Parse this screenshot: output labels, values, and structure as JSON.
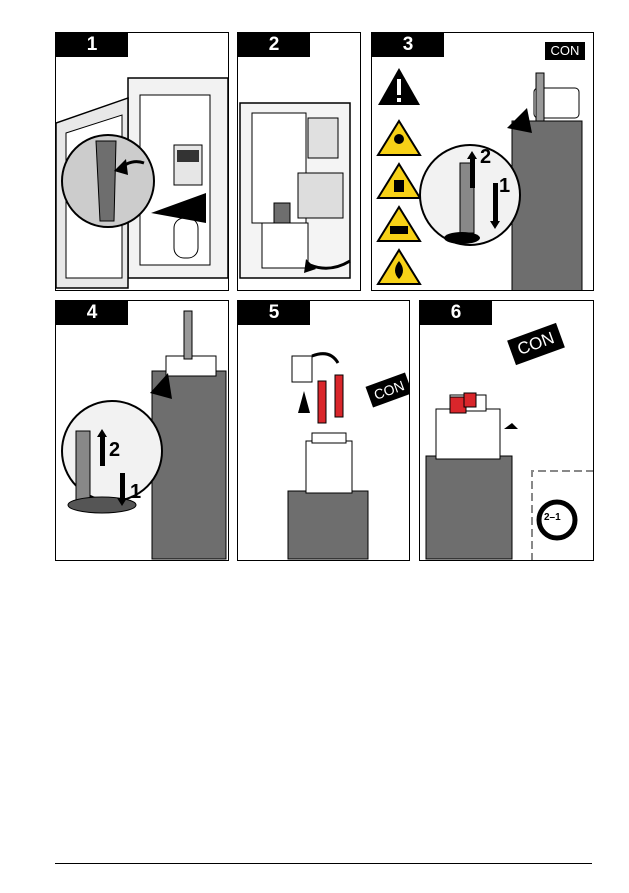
{
  "steps": [
    {
      "number": "1"
    },
    {
      "number": "2"
    },
    {
      "number": "3",
      "badge": "CON",
      "callouts": [
        "2",
        "1"
      ]
    },
    {
      "number": "4",
      "callouts": [
        "2",
        "1"
      ]
    },
    {
      "number": "5",
      "badge": "CON"
    },
    {
      "number": "6",
      "badge": "CON",
      "repeat_label": "2–1"
    }
  ],
  "colors": {
    "ink": "#000000",
    "red": "#d9262b",
    "bottle": "#6e6e6e",
    "hazard_yellow": "#f7d117",
    "light_gray": "#d8d8d8"
  }
}
